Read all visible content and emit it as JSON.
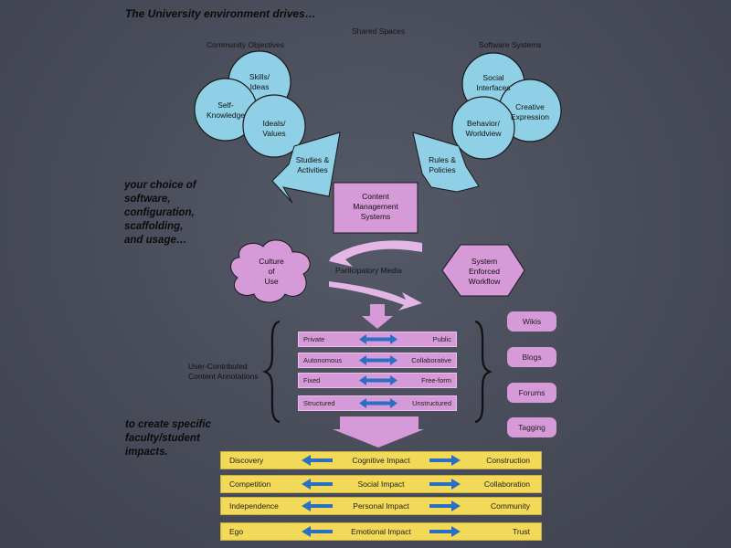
{
  "header": {
    "title": "The University environment drives…",
    "shared_spaces": "Shared Spaces"
  },
  "community": {
    "label": "Community Objectives",
    "circles": [
      "Skills/\nIdeas",
      "Self-\nKnowledge",
      "Ideals/\nValues"
    ],
    "arrow_label": "Studies &\nActivities"
  },
  "software": {
    "label": "Software Systems",
    "circles": [
      "Social\nInterfaces",
      "Creative\nExpression",
      "Behavior/\nWorldview"
    ],
    "arrow_label": "Rules &\nPolicies"
  },
  "notes": {
    "choice": "your choice of\nsoftware,\nconfiguration,\nscaffolding,\nand usage…",
    "create": "to create specific\nfaculty/student\nimpacts."
  },
  "middle": {
    "cms": "Content\nManagement\nSystems",
    "culture": "Culture\nof\nUse",
    "participatory": "Participatory Media",
    "system": "System\nEnforced\nWorkflow"
  },
  "annotations": {
    "label": "User-Contributed\nContent Annotations",
    "spectra": [
      {
        "left": "Private",
        "right": "Public"
      },
      {
        "left": "Autonomous",
        "right": "Collaborative"
      },
      {
        "left": "Fixed",
        "right": "Free-form"
      },
      {
        "left": "Structured",
        "right": "Unstructured"
      }
    ]
  },
  "tools": [
    "Wikis",
    "Blogs",
    "Forums",
    "Tagging"
  ],
  "impacts": [
    {
      "left": "Discovery",
      "center": "Cognitive Impact",
      "right": "Construction"
    },
    {
      "left": "Competition",
      "center": "Social Impact",
      "right": "Collaboration"
    },
    {
      "left": "Independence",
      "center": "Personal Impact",
      "right": "Community"
    },
    {
      "left": "Ego",
      "center": "Emotional Impact",
      "right": "Trust"
    }
  ],
  "colors": {
    "circle": "#8fd0e6",
    "pink": "#d79ad8",
    "impact_bar": "#f2d957",
    "arrow_blue": "#2a6fc4"
  }
}
